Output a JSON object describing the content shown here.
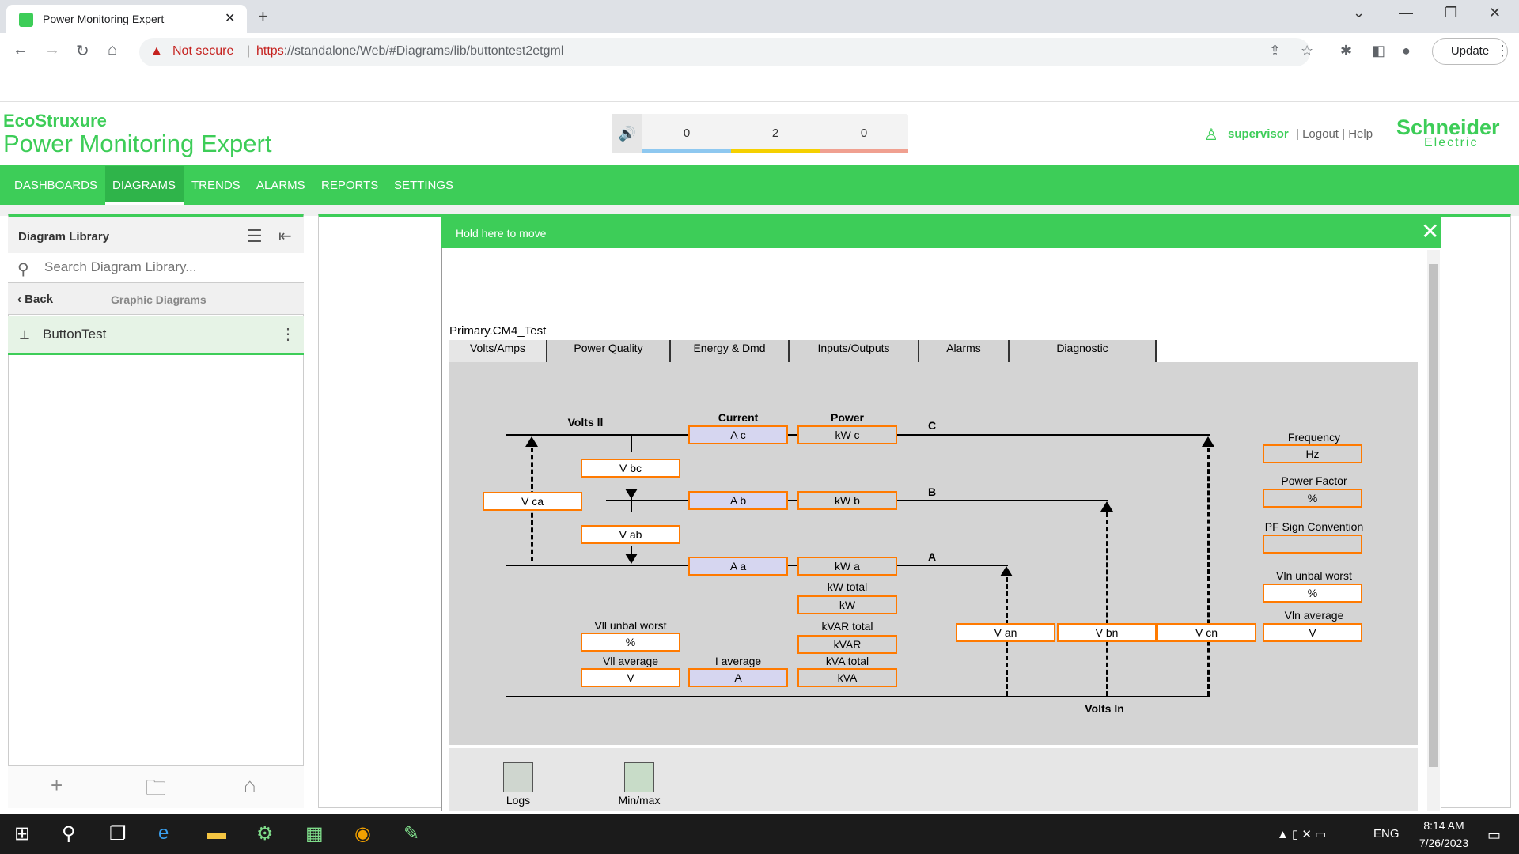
{
  "browser": {
    "tab_title": "Power Monitoring Expert",
    "not_secure": "Not secure",
    "url_scheme": "https",
    "url_rest": "://standalone/Web/#Diagrams/lib/buttontest2etgml",
    "update_label": "Update"
  },
  "app": {
    "eco_brand": "EcoStruxure",
    "product_name": "Power Monitoring Expert",
    "alarm_counts": [
      "0",
      "2",
      "0"
    ],
    "alarm_colors": [
      "#8ec8f0",
      "#f5d000",
      "#f0a090"
    ],
    "user": "supervisor",
    "logout": "Logout",
    "help": "Help",
    "vendor_line1": "Schneider",
    "vendor_line2": "Electric"
  },
  "nav": {
    "items": [
      "DASHBOARDS",
      "DIAGRAMS",
      "TRENDS",
      "ALARMS",
      "REPORTS",
      "SETTINGS"
    ],
    "active": "DIAGRAMS"
  },
  "sidebar": {
    "title": "Diagram Library",
    "search_placeholder": "Search Diagram Library...",
    "back_label": "Back",
    "crumb": "Graphic Diagrams",
    "items": [
      {
        "label": "ButtonTest"
      }
    ]
  },
  "dialog": {
    "handle_label": "Hold here to move",
    "device_name": "Primary.CM4_Test",
    "tabs": [
      "Volts/Amps",
      "Power Quality",
      "Energy & Dmd",
      "Inputs/Outputs",
      "Alarms",
      "Diagnostic"
    ],
    "active_tab": "Volts/Amps"
  },
  "diagram": {
    "labels": {
      "volts_ll": "Volts ll",
      "current": "Current",
      "power": "Power",
      "phase_c": "C",
      "phase_b": "B",
      "phase_a": "A",
      "volts_ln": "Volts ln",
      "frequency": "Frequency",
      "power_factor": "Power Factor",
      "pf_sign": "PF Sign Convention",
      "vln_unbal": "Vln unbal worst",
      "vln_avg": "Vln average",
      "vll_unbal": "Vll unbal worst",
      "vll_avg": "Vll average",
      "i_avg": "I average",
      "kw_total": "kW total",
      "kvar_total": "kVAR total",
      "kva_total": "kVA total"
    },
    "values": {
      "a_c": "A c",
      "kw_c": "kW c",
      "v_bc": "V bc",
      "v_ca": "V ca",
      "a_b": "A b",
      "kw_b": "kW b",
      "v_ab": "V ab",
      "a_a": "A a",
      "kw_a": "kW a",
      "kw": "kW",
      "kvar": "kVAR",
      "kva": "kVA",
      "vll_unbal": "%",
      "vll_avg": "V",
      "i_avg": "A",
      "v_an": "V an",
      "v_bn": "V bn",
      "v_cn": "V cn",
      "hz": "Hz",
      "pf": "%",
      "pf_sign": "",
      "vln_unbal": "%",
      "vln_avg": "V"
    }
  },
  "buttons": {
    "logs": "Logs",
    "minmax": "Min/max"
  },
  "taskbar": {
    "lang": "ENG",
    "time": "8:14 AM",
    "date": "7/26/2023"
  }
}
